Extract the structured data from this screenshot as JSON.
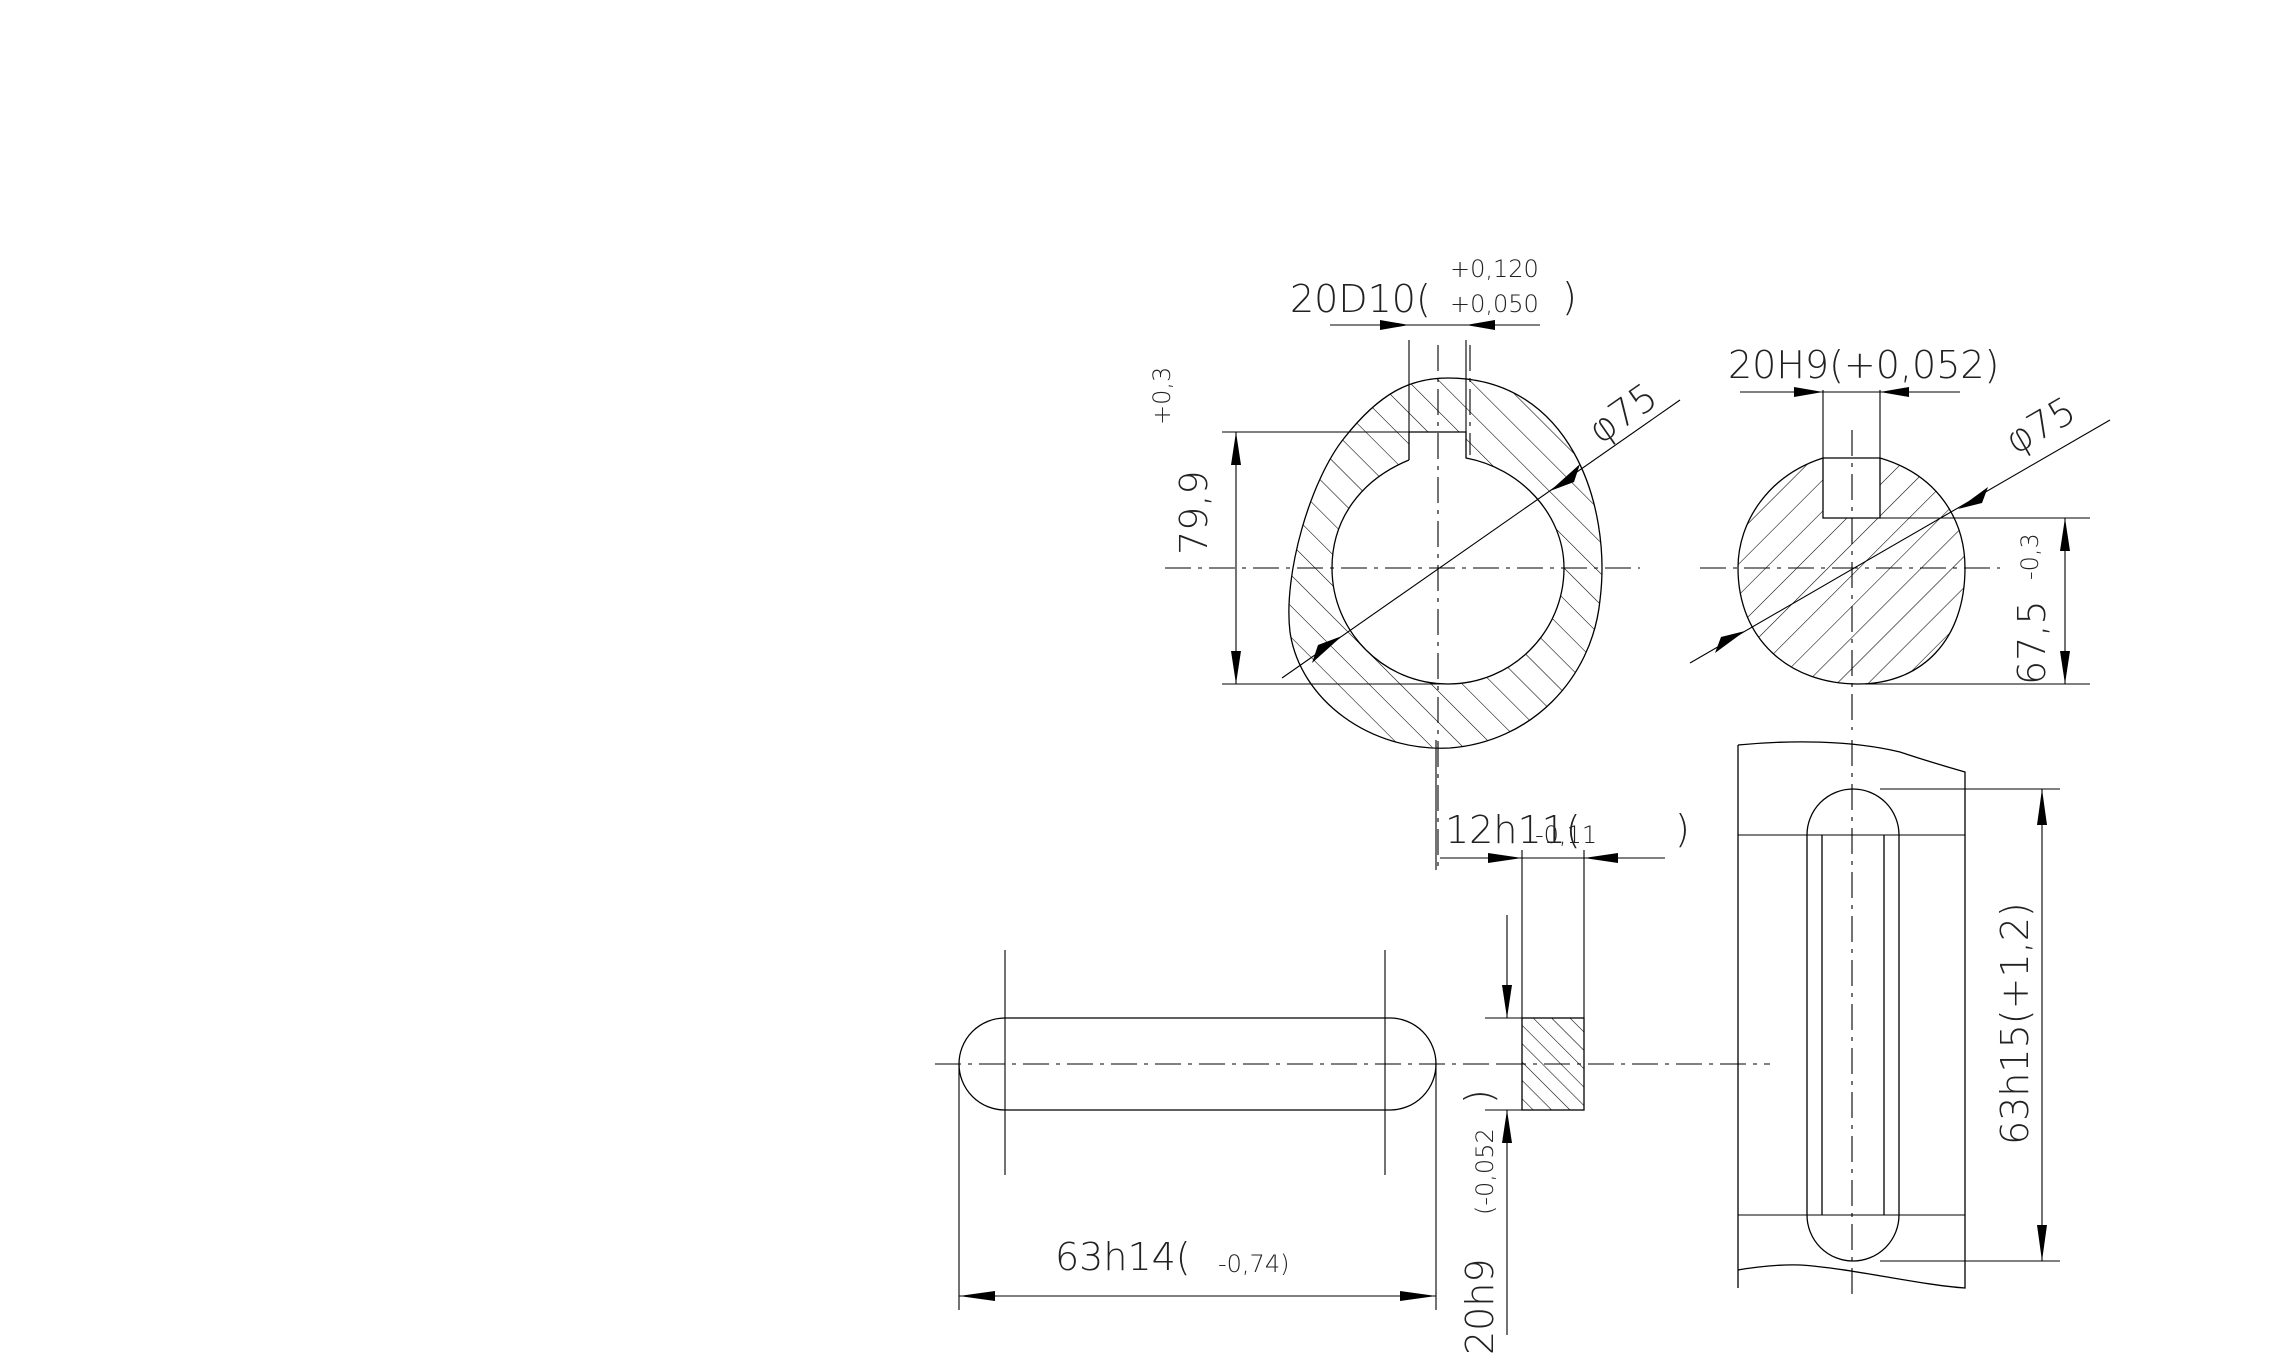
{
  "labels": {
    "hub_key_width": "20D10(",
    "hub_key_width_upper": "+0,120",
    "hub_key_width_lower": "+0,050",
    "close_paren": ")",
    "hub_depth": "79,9",
    "hub_depth_tol": "+0,3",
    "hub_diameter": "φ75",
    "shaft_slot_width": "20H9(+0,052)",
    "shaft_diameter": "φ75",
    "shaft_depth": "67,5",
    "shaft_depth_tol": "-0,3",
    "key_height": "12h11(",
    "key_height_tol": "-0,11",
    "key_width": "20h9",
    "key_width_tol": "(-0,052",
    "key_length": "63h14(",
    "key_length_tol": "-0,74)",
    "slot_length": "63h15(+1,2)"
  }
}
